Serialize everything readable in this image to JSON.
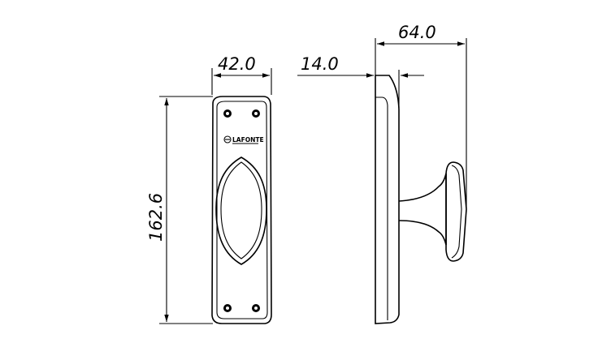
{
  "dimensions": {
    "plate_width": "42.0",
    "plate_height": "162.6",
    "plate_thickness": "14.0",
    "total_depth": "64.0"
  },
  "brand": {
    "logo_text": "LAFONTE"
  },
  "colors": {
    "line": "#000000",
    "background": "#ffffff"
  }
}
